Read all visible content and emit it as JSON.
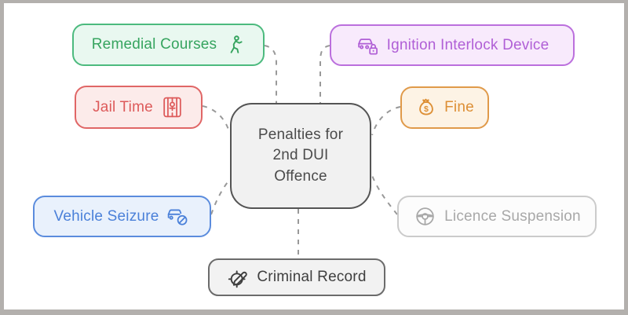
{
  "diagram": {
    "type": "mindmap",
    "frame_color": "#b3b0ad",
    "canvas_color": "#ffffff",
    "connector_color": "#999999",
    "center": {
      "lines": [
        "Penalties for",
        "2nd DUI",
        "Offence"
      ],
      "text_color": "#4b4b4b",
      "border_color": "#545454",
      "bg_color": "#f1f1f1"
    },
    "nodes": [
      {
        "label": "Remedial Courses",
        "icon": "exercise-person-icon",
        "text_color": "#36a45f",
        "border_color": "#4cba7e",
        "bg_color": "#e9f8f0"
      },
      {
        "label": "Ignition Interlock Device",
        "icon": "car-lock-icon",
        "text_color": "#b05fd6",
        "border_color": "#bb6fdd",
        "bg_color": "#f8eafc"
      },
      {
        "label": "Jail Time",
        "icon": "jail-bars-icon",
        "text_color": "#dd5a5a",
        "border_color": "#e06666",
        "bg_color": "#fcebea"
      },
      {
        "label": "Fine",
        "icon": "money-bag-icon",
        "text_color": "#dd8f35",
        "border_color": "#e09a4a",
        "bg_color": "#fdf3e5"
      },
      {
        "label": "Vehicle Seizure",
        "icon": "car-ban-icon",
        "text_color": "#4a80d9",
        "border_color": "#5b8cdd",
        "bg_color": "#e9f1fc"
      },
      {
        "label": "Licence Suspension",
        "icon": "steering-wheel-icon",
        "text_color": "#a8a8a8",
        "border_color": "#cbcbcb",
        "bg_color": "#fcfcfc"
      },
      {
        "label": "Criminal Record",
        "icon": "crosshair-pen-icon",
        "text_color": "#3f3f3f",
        "border_color": "#6b6b6b",
        "bg_color": "#f2f2f2"
      }
    ]
  }
}
